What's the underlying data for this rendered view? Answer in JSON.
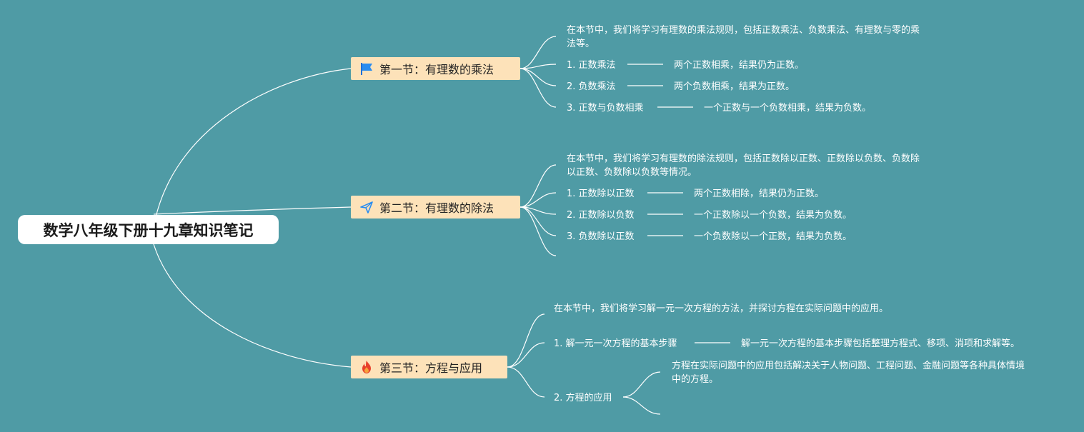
{
  "root": {
    "title": "数学八年级下册十九章知识笔记"
  },
  "sections": [
    {
      "title": "第一节：有理数的乘法",
      "icon": "flag-icon",
      "intro": "在本节中，我们将学习有理数的乘法规则，包括正数乘法、负数乘法、有理数与零的乘法等。",
      "items": [
        {
          "label": "1. 正数乘法",
          "detail": "两个正数相乘，结果仍为正数。"
        },
        {
          "label": "2. 负数乘法",
          "detail": "两个负数相乘，结果为正数。"
        },
        {
          "label": "3. 正数与负数相乘",
          "detail": "一个正数与一个负数相乘，结果为负数。"
        }
      ]
    },
    {
      "title": "第二节：有理数的除法",
      "icon": "paper-plane-icon",
      "intro": "在本节中，我们将学习有理数的除法规则，包括正数除以正数、正数除以负数、负数除以正数、负数除以负数等情况。",
      "items": [
        {
          "label": "1. 正数除以正数",
          "detail": "两个正数相除，结果仍为正数。"
        },
        {
          "label": "2. 正数除以负数",
          "detail": "一个正数除以一个负数，结果为负数。"
        },
        {
          "label": "3. 负数除以正数",
          "detail": "一个负数除以一个正数，结果为负数。"
        }
      ]
    },
    {
      "title": "第三节：方程与应用",
      "icon": "fire-icon",
      "intro": "在本节中，我们将学习解一元一次方程的方法，并探讨方程在实际问题中的应用。",
      "items": [
        {
          "label": "1. 解一元一次方程的基本步骤",
          "detail": "解一元一次方程的基本步骤包括整理方程式、移项、消项和求解等。"
        },
        {
          "label": "2. 方程的应用",
          "detail": "方程在实际问题中的应用包括解决关于人物问题、工程问题、金融问题等各种具体情境中的方程。"
        }
      ]
    }
  ],
  "colors": {
    "background": "#4f9ba5",
    "section_fill": "#fde2b9",
    "root_fill": "#ffffff",
    "line": "#ffffff"
  }
}
